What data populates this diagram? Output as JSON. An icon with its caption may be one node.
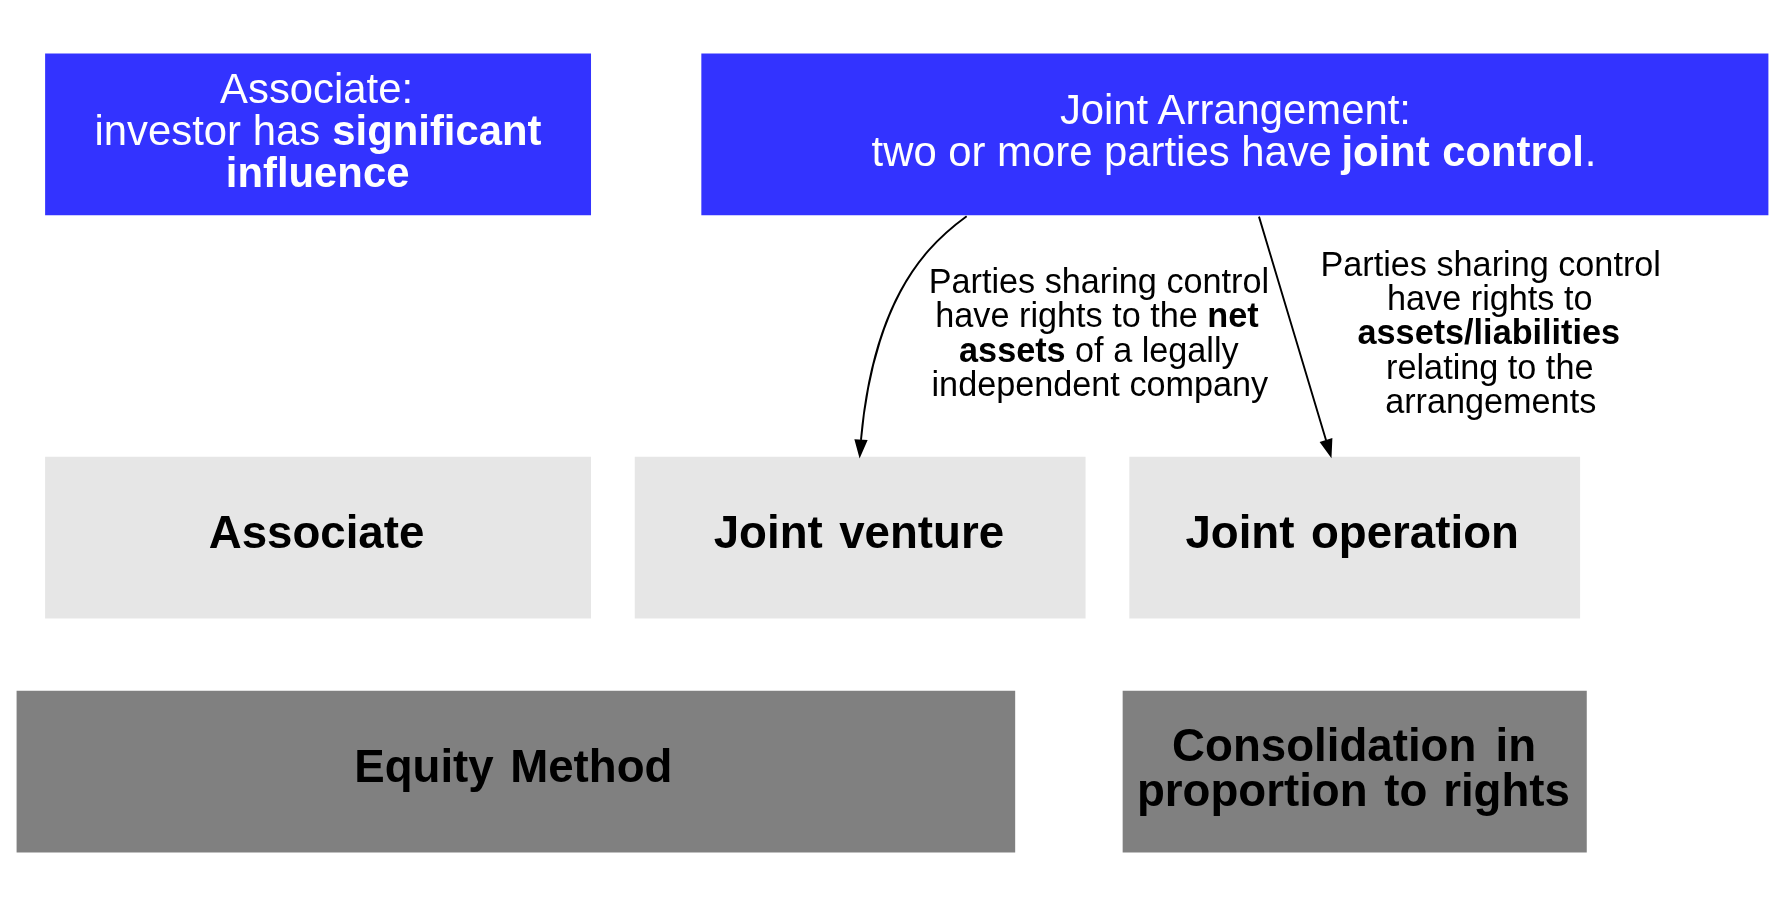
{
  "diagram": {
    "nodes": [
      {
        "text": [
          "Associate:",
          "investor has **significant influence**"
        ]
      },
      {
        "text": [
          "Joint Arrangement:",
          "two or more parties have **joint control**."
        ]
      },
      {
        "text": [
          "Associate"
        ]
      },
      {
        "text": [
          "Joint venture"
        ]
      },
      {
        "text": [
          "Joint operation"
        ]
      },
      {
        "text": [
          "Equity Method"
        ]
      },
      {
        "text": [
          "Consolidation in proportion to rights"
        ]
      }
    ],
    "edges": [
      {
        "from": 1,
        "to": 3,
        "arrow": "to",
        "label": "Parties sharing control have rights to the **net assets** of a legally independent company"
      },
      {
        "from": 1,
        "to": 4,
        "arrow": "to",
        "label": "Parties sharing control have rights to **assets/liabilities** relating to the arrangements"
      }
    ]
  }
}
